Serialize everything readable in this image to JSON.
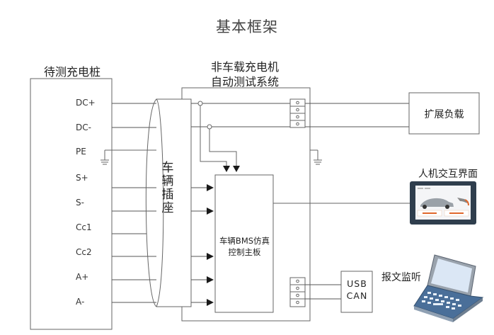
{
  "title": "基本框架",
  "charger_under_test": {
    "label": "待测充电桩",
    "pins": [
      "DC+",
      "DC-",
      "PE",
      "S+",
      "S-",
      "Cc1",
      "Cc2",
      "A+",
      "A-"
    ]
  },
  "test_system": {
    "label_line1": "非车载充电机",
    "label_line2": "自动测试系统",
    "vehicle_socket": "车辆插座",
    "bms_board_line1": "车辆BMS仿真",
    "bms_board_line2": "控制主板"
  },
  "extension_load": {
    "label": "扩展负载"
  },
  "hmi": {
    "label": "人机交互界面"
  },
  "usb_can": {
    "line1": "USB",
    "line2": "CAN"
  },
  "message_monitor": {
    "label": "报文监听"
  },
  "colors": {
    "line": "#555555",
    "arrow": "#1a1a1a",
    "hmi_frame": "#2f3e4d",
    "hmi_button_text": "#e0662a",
    "laptop_body": "#4a6f99",
    "laptop_screen": "#dbe7f5"
  }
}
